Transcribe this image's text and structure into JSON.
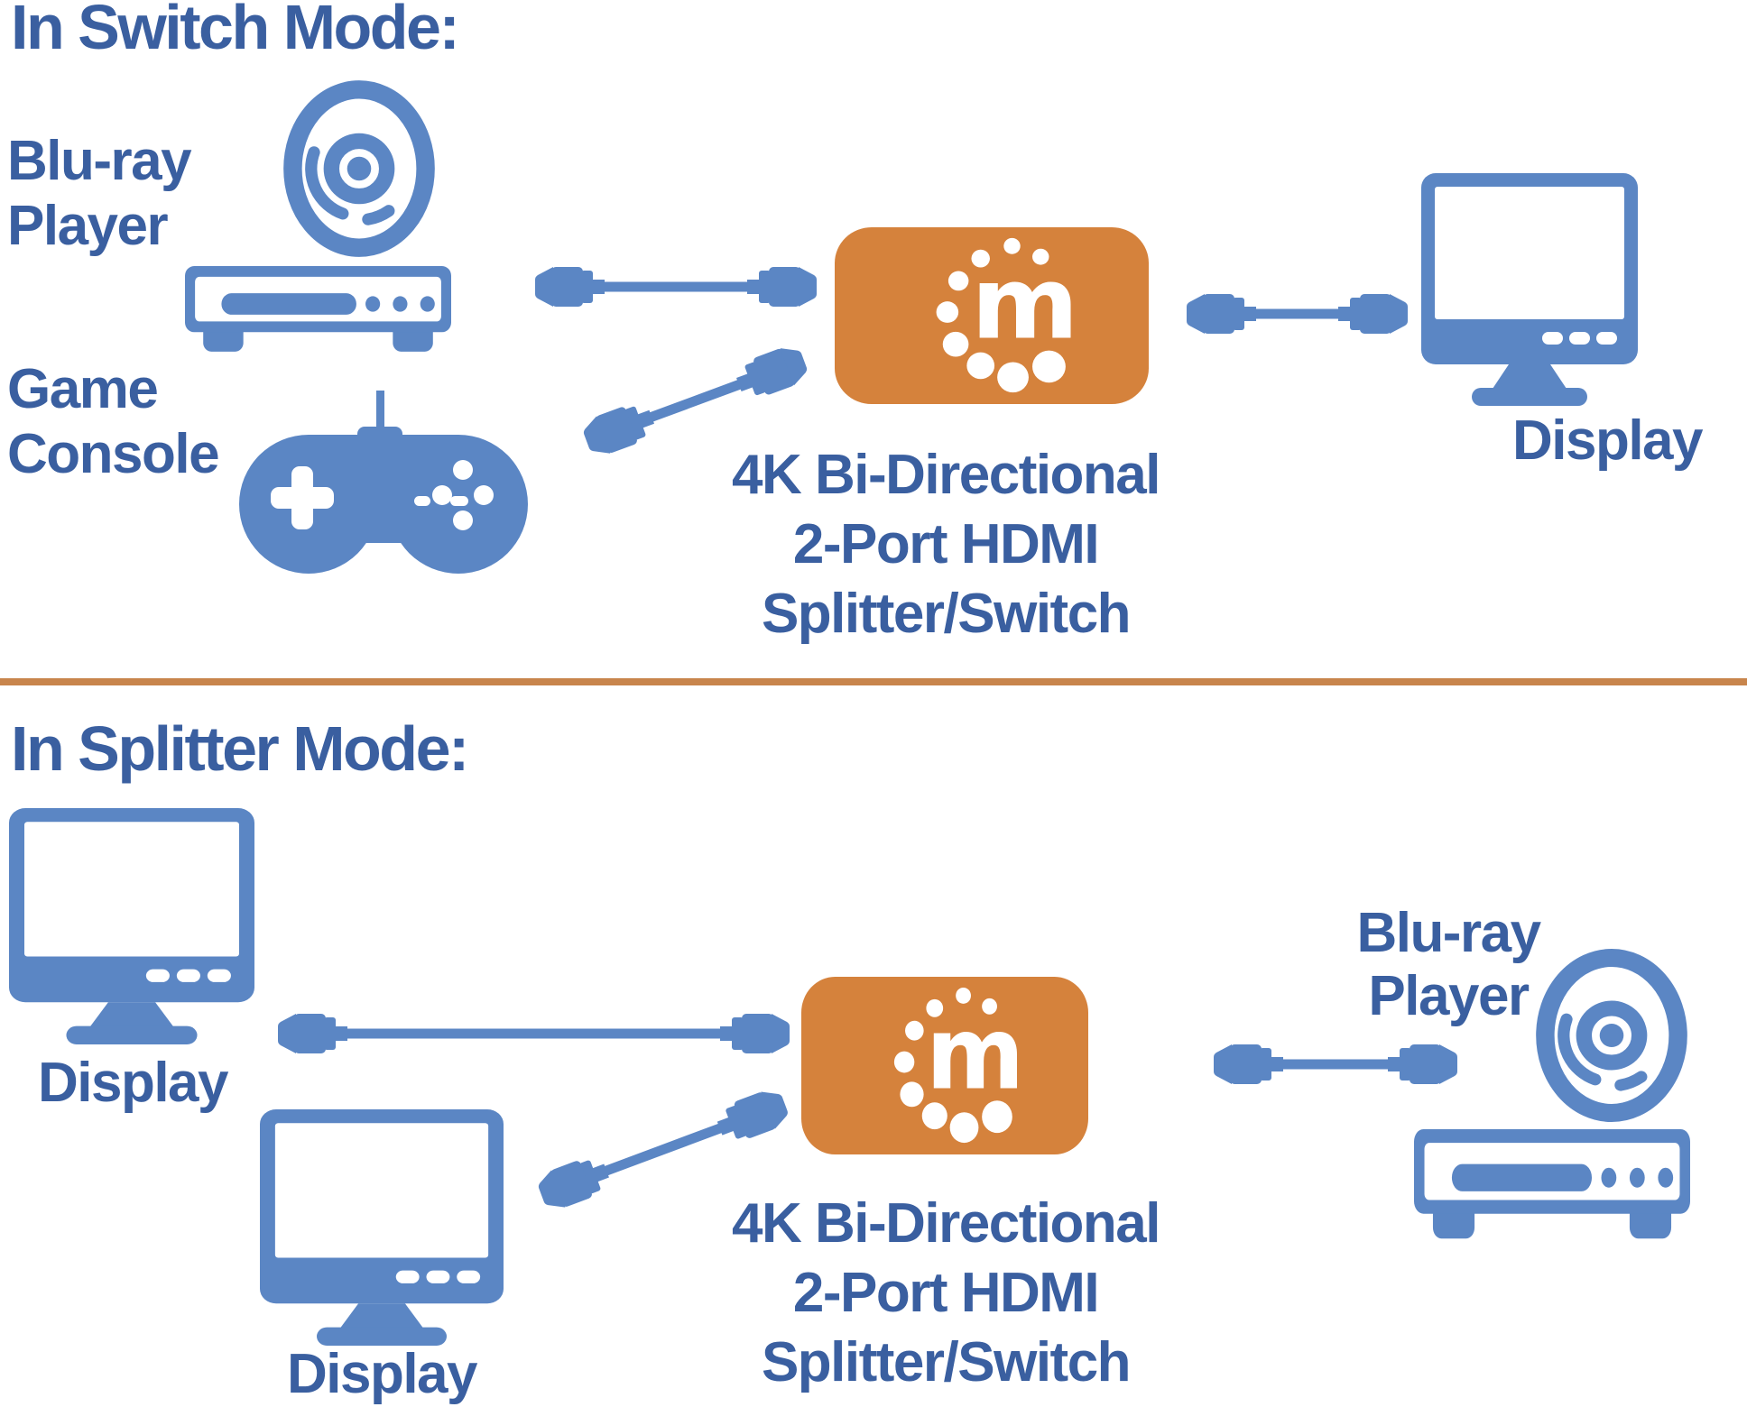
{
  "colors": {
    "icon-blue": "#5b86c4",
    "text-blue": "#3a5fa0",
    "orange": "#d5823c",
    "divider-orange": "#c8854c"
  },
  "logo": {
    "letter": "m"
  },
  "sections": {
    "switch": {
      "heading": "In Switch Mode:",
      "source1": {
        "line1": "Blu-ray",
        "line2": "Player"
      },
      "source2": {
        "line1": "Game",
        "line2": "Console"
      },
      "device": {
        "line1": "4K Bi-Directional",
        "line2": "2-Port HDMI",
        "line3": "Splitter/Switch"
      },
      "sink1": "Display"
    },
    "splitter": {
      "heading": "In Splitter Mode:",
      "sink1": "Display",
      "sink2": "Display",
      "device": {
        "line1": "4K Bi-Directional",
        "line2": "2-Port HDMI",
        "line3": "Splitter/Switch"
      },
      "source1": {
        "line1": "Blu-ray",
        "line2": "Player"
      }
    }
  }
}
